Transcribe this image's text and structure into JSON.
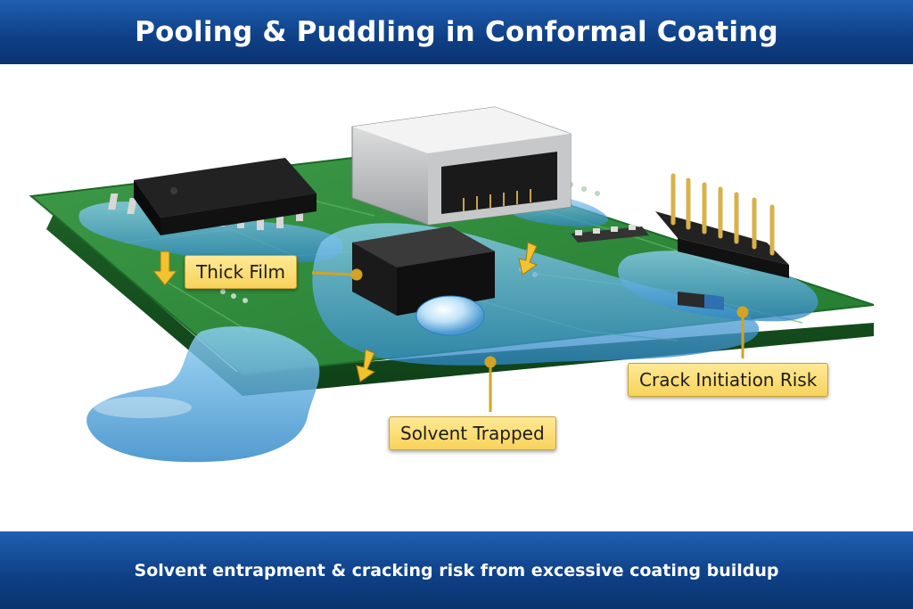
{
  "header": {
    "title": "Pooling & Puddling in Conformal Coating"
  },
  "callouts": {
    "thick_film": "Thick Film",
    "solvent_trapped": "Solvent Trapped",
    "crack_risk": "Crack Initiation Risk"
  },
  "footer": {
    "caption": "Solvent entrapment & cracking risk from excessive coating buildup"
  },
  "colors": {
    "banner": "#0e3f85",
    "pcb_green": "#2f8a3c",
    "coating_blue": "#4aa3dc",
    "callout_yellow": "#f8d35c"
  }
}
